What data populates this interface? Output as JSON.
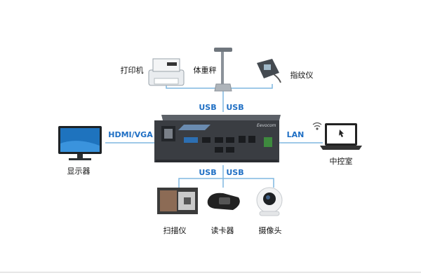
{
  "devices": {
    "printer": "打印机",
    "scale": "体重秤",
    "fingerprint": "指纹仪",
    "display": "显示器",
    "control_room": "中控室",
    "scanner": "扫描仪",
    "card_reader": "读卡器",
    "camera": "摄像头"
  },
  "connections": {
    "usb_top_left": "USB",
    "usb_top_right": "USB",
    "hdmi_vga": "HDMI/VGA",
    "lan": "LAN",
    "usb_bottom_left": "USB",
    "usb_bottom_right": "USB"
  },
  "brand": "Eevocom",
  "colors": {
    "line": "#7fb7e0",
    "label_blue": "#1f6fc4",
    "chassis": "#3a3d42"
  }
}
